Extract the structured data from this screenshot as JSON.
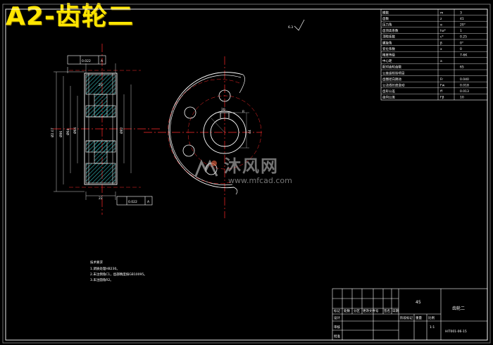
{
  "title": "A2-齿轮二",
  "watermark": {
    "brand": "沐风网",
    "url": "www.mfcad.com"
  },
  "colors": {
    "background": "#000000",
    "title": "#ffe600",
    "line": "#ffffff",
    "center_line": "#ff2a2a",
    "hatch": "#2fa6a6",
    "dimension": "#cccccc"
  },
  "front_view": {
    "tolerance_top": {
      "value": "0.022",
      "datum": "A"
    },
    "tolerance_bottom": {
      "value": "0.022",
      "datum": "A"
    },
    "dims": {
      "width": "22",
      "hub": "20",
      "left": "Ø2.07",
      "d1": "Ø86",
      "d2": "Ø64",
      "d3": "Ø64",
      "d4": "Ø82"
    }
  },
  "side_view": {
    "dim_slot": "20",
    "dim_keyway": "44",
    "dim_angle": "R"
  },
  "params_table": [
    {
      "name": "模数",
      "symbol": "m",
      "value": "3"
    },
    {
      "name": "齿数",
      "symbol": "z",
      "value": "41"
    },
    {
      "name": "压力角",
      "symbol": "α",
      "value": "20°"
    },
    {
      "name": "齿顶高系数",
      "symbol": "ha*",
      "value": "1"
    },
    {
      "name": "顶隙系数",
      "symbol": "c*",
      "value": "0.25"
    },
    {
      "name": "螺旋角",
      "symbol": "β",
      "value": "0°"
    },
    {
      "name": "变位系数",
      "symbol": "x",
      "value": "0"
    },
    {
      "name": "精度等级",
      "symbol": "",
      "value": "7-6K"
    },
    {
      "name": "中心距",
      "symbol": "a",
      "value": ""
    },
    {
      "name": "配对齿轮齿数",
      "symbol": "",
      "value": "65"
    },
    {
      "name": "公差组检验项目",
      "symbol": "",
      "value": ""
    },
    {
      "name": "齿圈径向跳动",
      "symbol": "Fr",
      "value": "0.040"
    },
    {
      "name": "公法线长度变动",
      "symbol": "Fw",
      "value": "0.018"
    },
    {
      "name": "齿形公差",
      "symbol": "ff",
      "value": "0.013"
    },
    {
      "name": "齿向公差",
      "symbol": "Fβ",
      "value": "10"
    }
  ],
  "tech_notes": {
    "heading": "技术要求",
    "items": [
      "1.调质处理HB230。",
      "2.未注倒角C1，齿部精度按GB10095。",
      "3.未注圆角R2。"
    ]
  },
  "title_block": {
    "material": "45",
    "part_name": "齿轮二",
    "drawing_number": "HIT001-06-15",
    "headers": [
      "标记",
      "处数",
      "分区",
      "更改文件号",
      "签名",
      "日期"
    ],
    "roles": [
      "设计",
      "审核",
      "工艺",
      "批准"
    ],
    "stage_labels": [
      "阶段标记",
      "重量",
      "比例"
    ],
    "scale": "1:1"
  }
}
